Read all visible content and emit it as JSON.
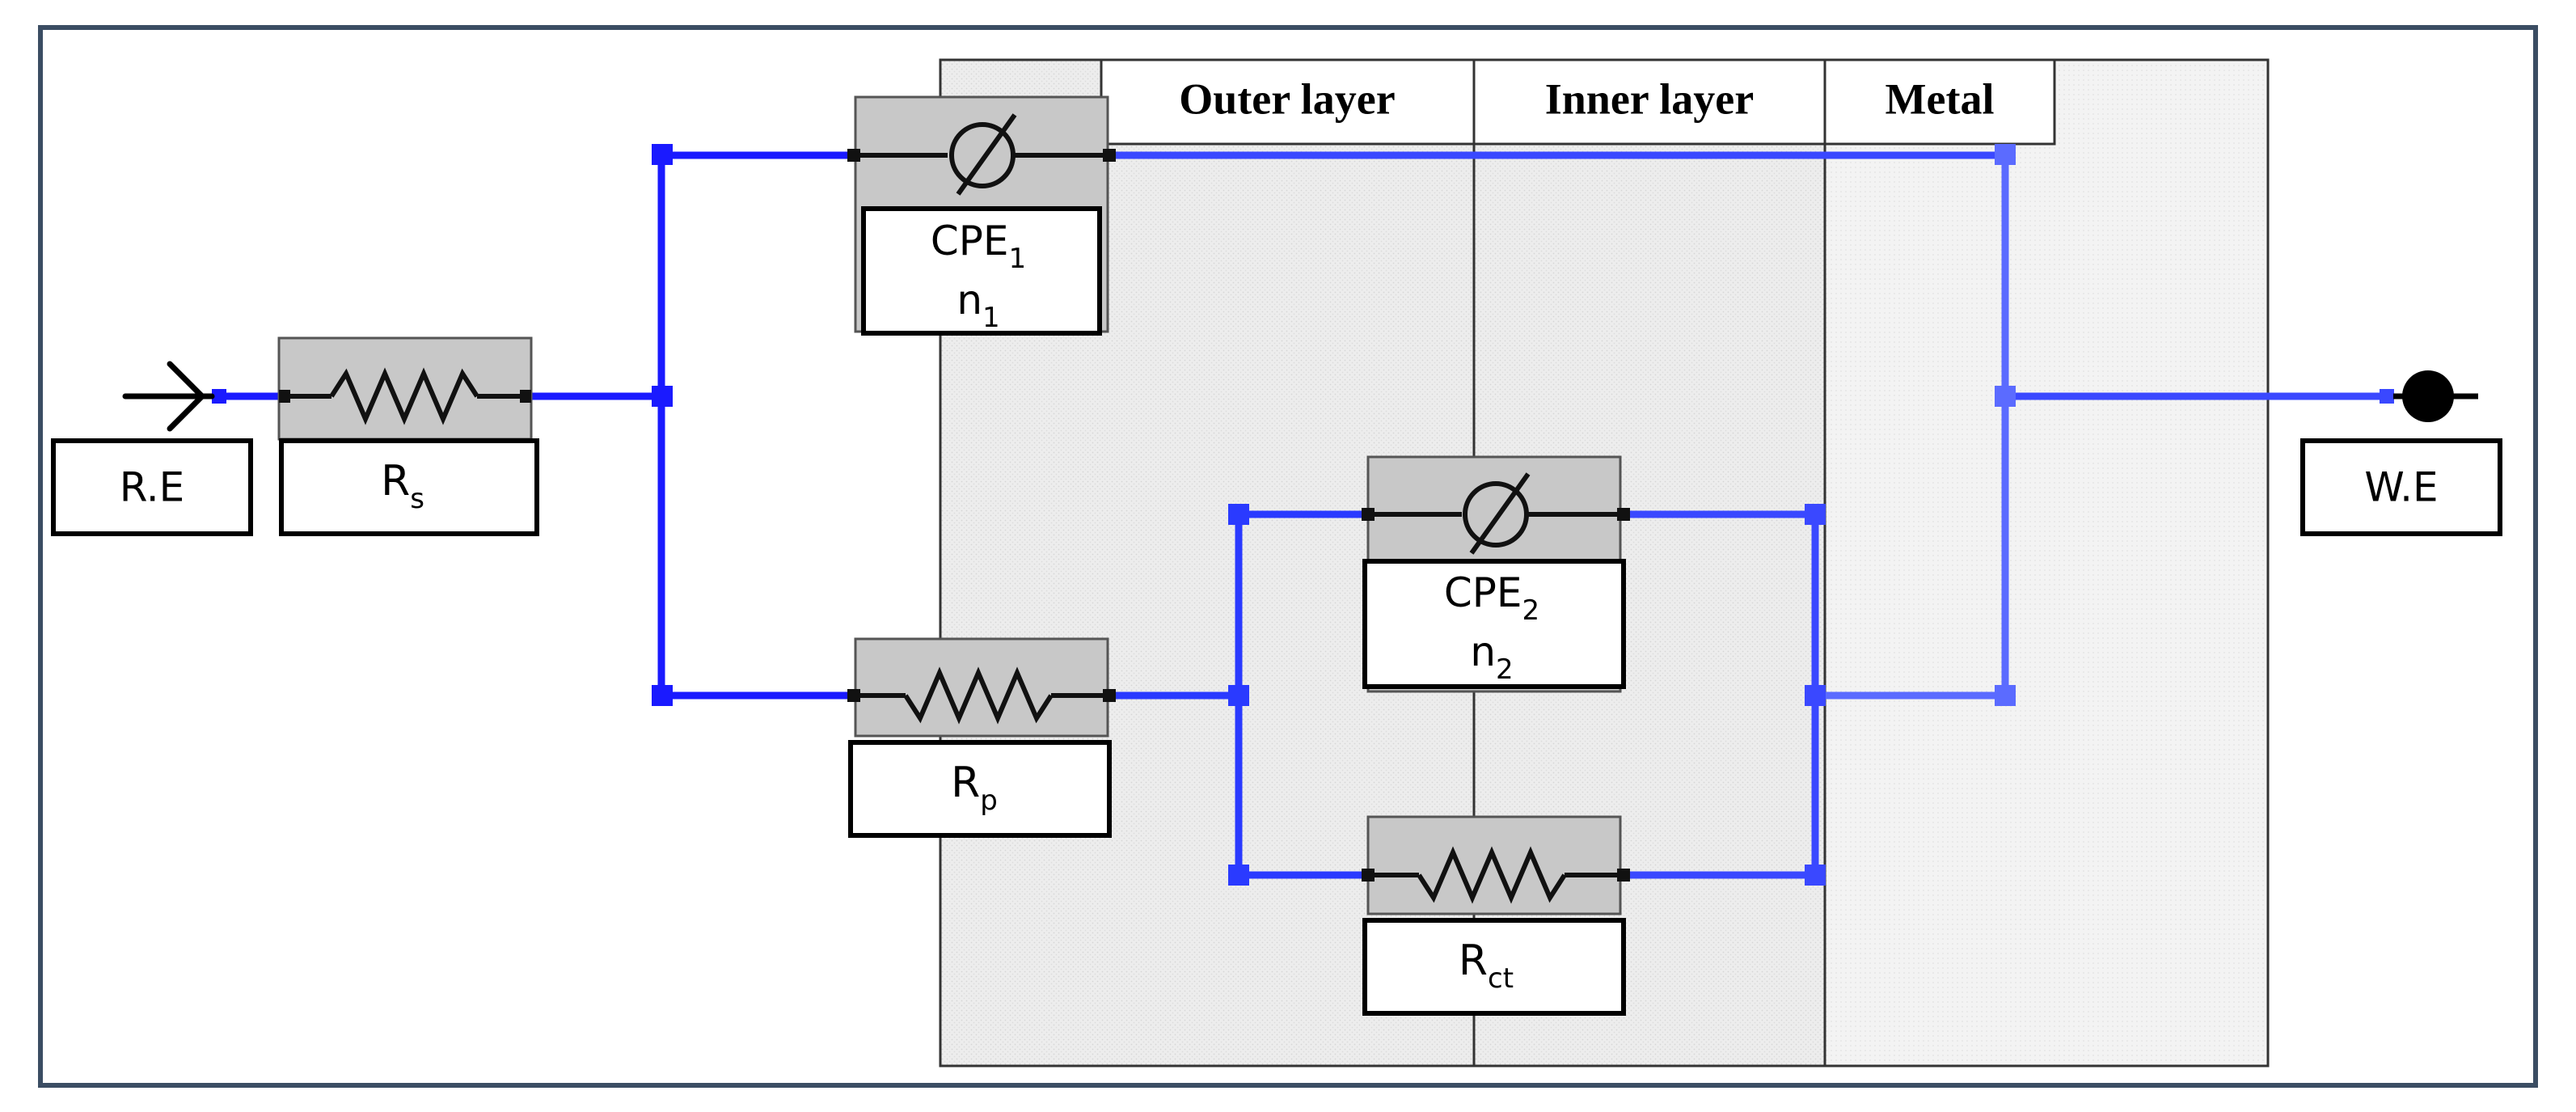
{
  "layers": [
    {
      "label": "Outer layer"
    },
    {
      "label": "Inner layer"
    },
    {
      "label": "Metal"
    }
  ],
  "components": {
    "re": {
      "label": "R.E"
    },
    "rs": {
      "base": "R",
      "sub": "s"
    },
    "cpe1": {
      "base": "CPE",
      "sub": "1",
      "n_base": "n",
      "n_sub": "1"
    },
    "rp": {
      "base": "R",
      "sub": "p"
    },
    "cpe2": {
      "base": "CPE",
      "sub": "2",
      "n_base": "n",
      "n_sub": "2"
    },
    "rct": {
      "base": "R",
      "sub": "ct"
    },
    "we": {
      "label": "W.E"
    }
  },
  "colors": {
    "wire": "#1a1aff",
    "wire_light": "#5b6bff",
    "frame": "#3b4d63",
    "component_fill": "#c8c8c8",
    "layer_fill": "#ececec"
  },
  "icons": {
    "capacitor": "cpe-symbol-icon",
    "resistor": "resistor-zigzag-icon",
    "reference": "reference-electrode-arrow-icon",
    "working": "working-electrode-dot-icon"
  }
}
